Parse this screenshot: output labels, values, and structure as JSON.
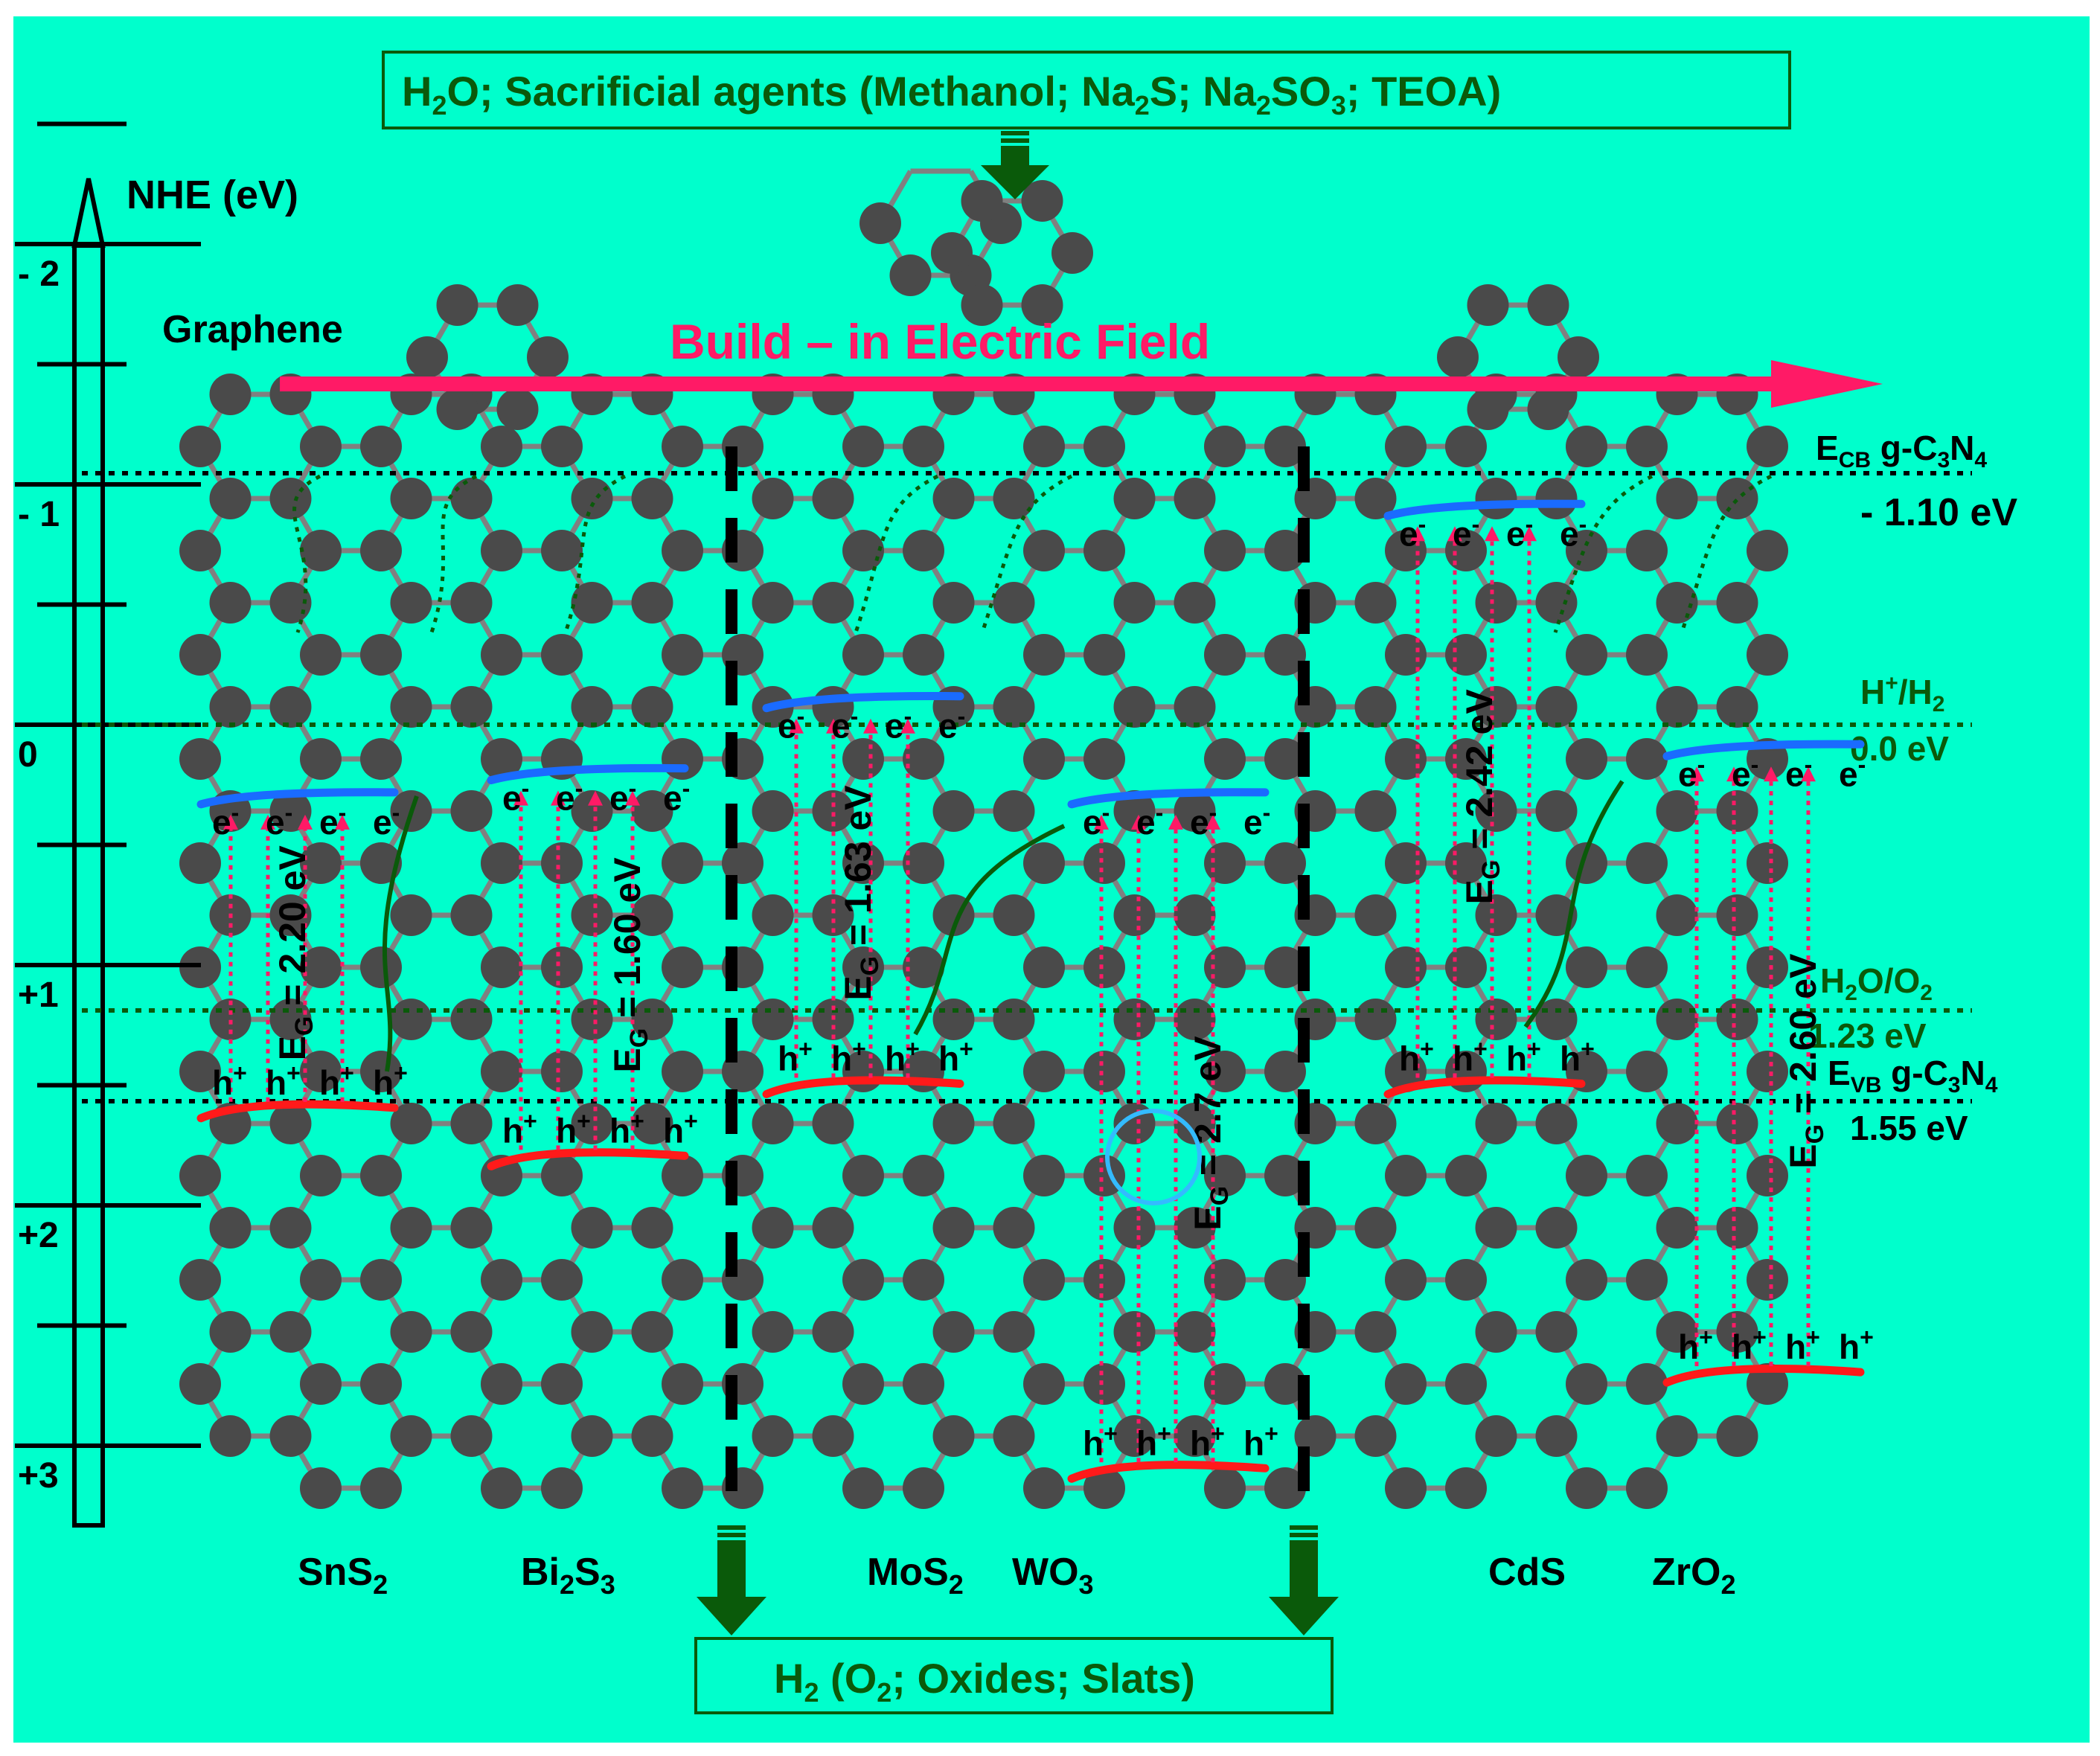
{
  "colors": {
    "background": "#00FFCC",
    "lattice_node": "#4a4a4a",
    "lattice_bond": "#808080",
    "field_arrow": "#FF1A66",
    "dark_green": "#0A5A0A",
    "box_text": "#0A5A0A",
    "cb_line": "#1A6BFF",
    "vb_line": "#FF1A1A",
    "transition": "#FF1A66",
    "circle": "#33BBFF"
  },
  "top_box": {
    "h2o": "H",
    "h2o_sub": "2",
    "h2o_rest": "O; Sacrificial agents (Methanol; Na",
    "na2s_sub": "2",
    "na2s_rest": "S; Na",
    "na2so3_sub1": "2",
    "na2so3_mid": "SO",
    "na2so3_sub2": "3",
    "teoa": "; TEOA)"
  },
  "bottom_box": {
    "h": "H",
    "sub": "2",
    "rest": " (O",
    "o_sub": "2",
    "tail": "; Oxides; Slats)"
  },
  "axis": {
    "title": "NHE (eV)",
    "ticks": [
      "- 2",
      "- 1",
      "0",
      "+1",
      "+2",
      "+3"
    ]
  },
  "graphene_label": "Graphene",
  "field_label": "Build – in Electric Field",
  "levels": {
    "ecb_main": "E",
    "ecb_sub": "CB",
    "ecb_rest": " g-C",
    "ecb_sub3": "3",
    "ecb_n": "N",
    "ecb_sub4": "4",
    "ecb_value": "- 1.10 eV",
    "h_label": "H",
    "h_sup": "+",
    "h_rest": "/H",
    "h_sub": "2",
    "h_value": "0.0 eV",
    "o_label": "H",
    "o_sub": "2",
    "o_rest": "O/O",
    "o_sub2": "2",
    "o_value": "1.23 eV",
    "evb_main": "E",
    "evb_sub": "VB",
    "evb_rest": " g-C",
    "evb_sub3": "3",
    "evb_n": "N",
    "evb_sub4": "4",
    "evb_value": "1.55 eV"
  },
  "carrier": {
    "e": "e",
    "e_sup": "-",
    "h": "h",
    "h_sup": "+"
  },
  "bandgaps": [
    {
      "material": "SnS",
      "sub": "2",
      "gap": "E",
      "gap_sub": "G",
      "gap_text": " = 2.20 eV",
      "cb": 0.3,
      "vb": 1.6
    },
    {
      "material": "Bi",
      "sub": "2",
      "mat2": "S",
      "sub2": "3",
      "gap": "E",
      "gap_sub": "G",
      "gap_text": " = 1.60 eV",
      "cb": 0.2,
      "vb": 1.8
    },
    {
      "material": "MoS",
      "sub": "2",
      "gap": "E",
      "gap_sub": "G",
      "gap_text": " = 1.63 eV",
      "cb": -0.1,
      "vb": 1.5
    },
    {
      "material": "WO",
      "sub": "3",
      "gap": "E",
      "gap_sub": "G",
      "gap_text": " = 2.7 eV",
      "cb": 0.3,
      "vb": 3.1
    },
    {
      "material": "CdS",
      "sub": "",
      "gap": "E",
      "gap_sub": "G",
      "gap_text": " = 2.42 eV",
      "cb": -0.9,
      "vb": 1.5
    },
    {
      "material": "ZrO",
      "sub": "2",
      "gap": "E",
      "gap_sub": "G",
      "gap_text": " = 2.60 eV",
      "cb": 0.1,
      "vb": 2.7
    }
  ]
}
